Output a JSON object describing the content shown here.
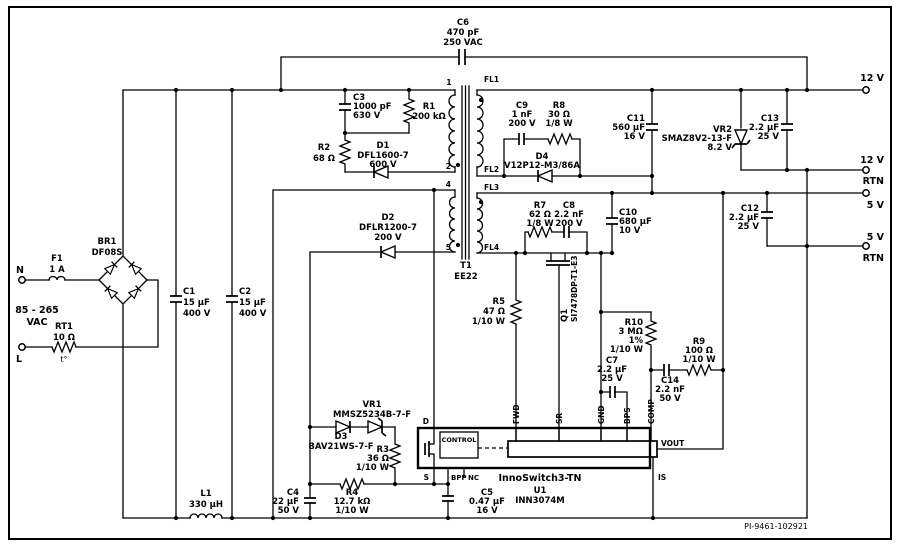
{
  "colors": {
    "wire": "#000000",
    "background": "#ffffff"
  },
  "footer": "PI-9461-102921",
  "io": {
    "n": "N",
    "l": "L",
    "range1": "85 - 265",
    "range2": "VAC",
    "v12": "12 V",
    "v12r1": "12 V",
    "v12r2": "RTN",
    "v5": "5 V",
    "v5r1": "5 V",
    "v5r2": "RTN"
  },
  "xfmr": {
    "ref": "T1",
    "core": "EE22",
    "p1": "1",
    "p2": "2",
    "p4": "4",
    "p5": "5",
    "fl1": "FL1",
    "fl2": "FL2",
    "fl3": "FL3",
    "fl4": "FL4"
  },
  "ic": {
    "title": "InnoSwitch3-TN",
    "ref": "U1",
    "part": "INN3074M",
    "control": "CONTROL",
    "d": "D",
    "s": "S",
    "bpp": "BPP",
    "nc": "NC",
    "fwd": "FWD",
    "sr": "SR",
    "gnd": "GND",
    "bps": "BPS",
    "comp": "COMP",
    "vout": "VOUT",
    "is": "IS"
  },
  "c": {
    "F1": [
      "F1",
      "1 A"
    ],
    "RT1": [
      "RT1",
      "10 Ω",
      "t°"
    ],
    "BR1": [
      "BR1",
      "DF08S"
    ],
    "C1": [
      "C1",
      "15 µF",
      "400 V"
    ],
    "C2": [
      "C2",
      "15 µF",
      "400 V"
    ],
    "C6": [
      "C6",
      "470 pF",
      "250 VAC"
    ],
    "C3": [
      "C3",
      "1000 pF",
      "630 V"
    ],
    "R1": [
      "R1",
      "200 kΩ"
    ],
    "R2": [
      "R2",
      "68 Ω"
    ],
    "D1": [
      "D1",
      "DFL1600-7",
      "600 V"
    ],
    "D2": [
      "D2",
      "DFLR1200-7",
      "200 V"
    ],
    "L1": [
      "L1",
      "330 µH"
    ],
    "C9": [
      "C9",
      "1 nF",
      "200 V"
    ],
    "R8": [
      "R8",
      "30 Ω",
      "1/8 W"
    ],
    "D4": [
      "D4",
      "V12P12-M3/86A"
    ],
    "C11": [
      "C11",
      "560 µF",
      "16 V"
    ],
    "VR2": [
      "VR2",
      "SMAZ8V2-13-F",
      "8.2 V"
    ],
    "C13": [
      "C13",
      "2.2 µF",
      "25 V"
    ],
    "R7": [
      "R7",
      "62 Ω",
      "1/8 W"
    ],
    "C8": [
      "C8",
      "2.2 nF",
      "200 V"
    ],
    "C10": [
      "C10",
      "680 µF",
      "10 V"
    ],
    "C12": [
      "C12",
      "2.2 µF",
      "25 V"
    ],
    "Q1": [
      "Q1",
      "SI7478DP-T1-E3"
    ],
    "R5": [
      "R5",
      "47 Ω",
      "1/10 W"
    ],
    "R10": [
      "R10",
      "3 MΩ",
      "1%",
      "1/10 W"
    ],
    "C7": [
      "C7",
      "2.2 µF",
      "25 V"
    ],
    "C14": [
      "C14",
      "2.2 nF",
      "50 V"
    ],
    "R9": [
      "R9",
      "100 Ω",
      "1/10 W"
    ],
    "VR1": [
      "VR1",
      "MMSZ5234B-7-F"
    ],
    "D3": [
      "D3",
      "BAV21WS-7-F"
    ],
    "R3": [
      "R3",
      "36 Ω",
      "1/10 W"
    ],
    "R4": [
      "R4",
      "12.7 kΩ",
      "1/10 W"
    ],
    "C4": [
      "C4",
      "22 µF",
      "50 V"
    ],
    "C5": [
      "C5",
      "0.47 µF",
      "16 V"
    ]
  }
}
